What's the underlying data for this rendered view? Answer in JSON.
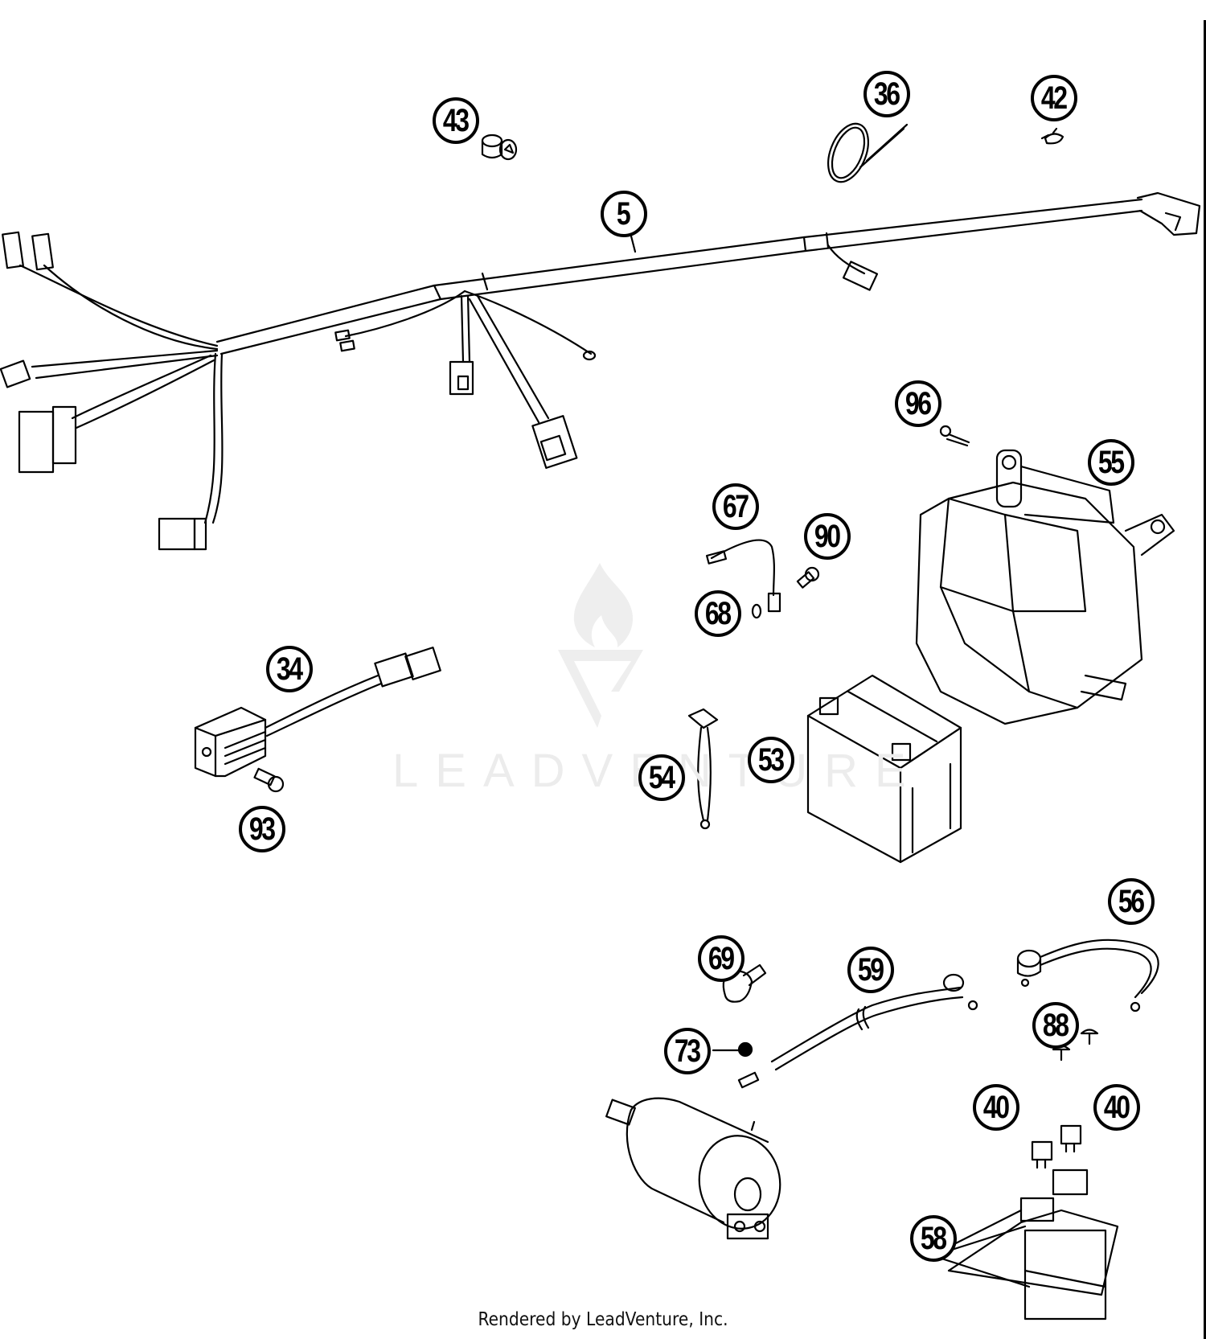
{
  "diagram": {
    "title": "Wiring harness / electrical parts exploded diagram",
    "footer": "Rendered by LeadVenture, Inc.",
    "watermark": "LEADVENTURE",
    "colors": {
      "line": "#000000",
      "background": "#ffffff",
      "watermark": "#ececec"
    },
    "callouts": [
      {
        "id": "c5",
        "label": "5",
        "part": "wiring-harness"
      },
      {
        "id": "c34",
        "label": "34",
        "part": "voltage-regulator"
      },
      {
        "id": "c36",
        "label": "36",
        "part": "cable-tie"
      },
      {
        "id": "c40a",
        "label": "40",
        "part": "fuse"
      },
      {
        "id": "c40b",
        "label": "40",
        "part": "fuse"
      },
      {
        "id": "c42",
        "label": "42",
        "part": "clip"
      },
      {
        "id": "c43",
        "label": "43",
        "part": "grommet"
      },
      {
        "id": "c53",
        "label": "53",
        "part": "battery"
      },
      {
        "id": "c54",
        "label": "54",
        "part": "battery-strap"
      },
      {
        "id": "c55",
        "label": "55",
        "part": "battery-box"
      },
      {
        "id": "c56",
        "label": "56",
        "part": "ground-cable"
      },
      {
        "id": "c58",
        "label": "58",
        "part": "starter-relay-with-fuses"
      },
      {
        "id": "c59",
        "label": "59",
        "part": "starter-cable"
      },
      {
        "id": "c67",
        "label": "67",
        "part": "ground-wire"
      },
      {
        "id": "c68",
        "label": "68",
        "part": "washer"
      },
      {
        "id": "c69",
        "label": "69",
        "part": "terminal-cap"
      },
      {
        "id": "c73",
        "label": "73",
        "part": "nut"
      },
      {
        "id": "c88",
        "label": "88",
        "part": "screw"
      },
      {
        "id": "c90",
        "label": "90",
        "part": "screw"
      },
      {
        "id": "c93",
        "label": "93",
        "part": "screw"
      },
      {
        "id": "c96",
        "label": "96",
        "part": "screw"
      }
    ]
  }
}
